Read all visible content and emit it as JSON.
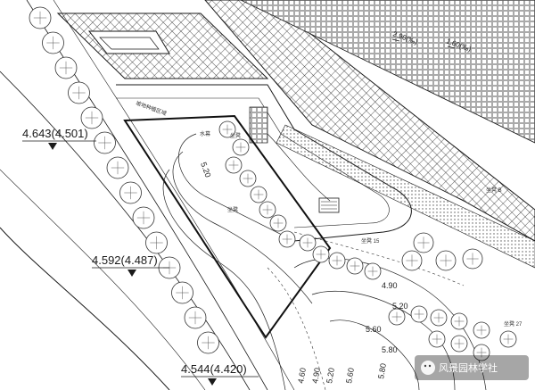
{
  "elevation_markers": [
    {
      "text": "4.643(4.501)"
    },
    {
      "text": "4.592(4.487)"
    },
    {
      "text": "4.544(4.420)"
    }
  ],
  "contour_labels": [
    "5.20",
    "4.90",
    "5.20",
    "5.60",
    "5.80",
    "4.60",
    "4.90",
    "5.20",
    "5.60",
    "5.80"
  ],
  "slope_labels": [
    "2.90(‰)",
    "1.60(‰)"
  ],
  "small_notes": [
    "坡地种植区域",
    "水幕",
    "坐凳",
    "坐凳",
    "坐凳 15",
    "坐凳 B",
    "坐凳 27"
  ],
  "watermark": {
    "text": "风景园林学社"
  },
  "colors": {
    "line": "#1a1a1a",
    "hatch": "#2b2b2b",
    "tree": "#333333",
    "paper": "#ffffff"
  }
}
